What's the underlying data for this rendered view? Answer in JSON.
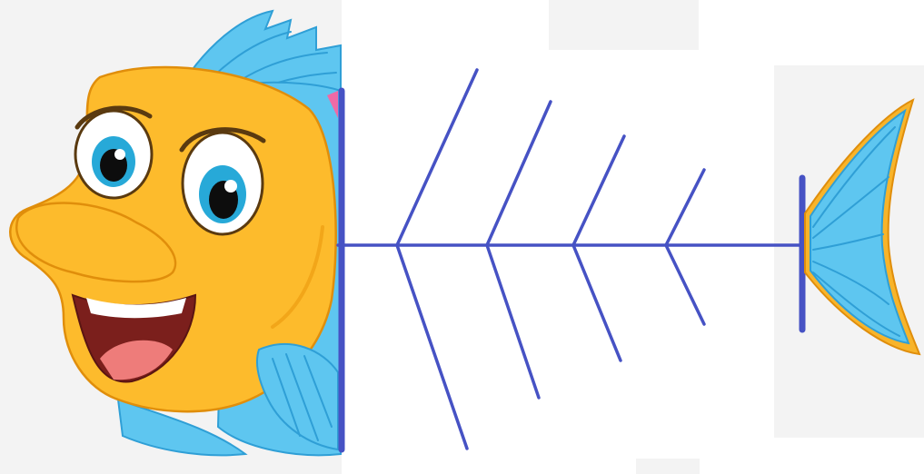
{
  "diagram": {
    "type": "fishbone",
    "cause_branches": 8,
    "bones_per_side": 4
  },
  "colors": {
    "bone": "#4652c4",
    "fish_body": "#fdbb2c",
    "fish_body_shadow": "#f2a619",
    "fish_outline": "#e08e0b",
    "fin_blue": "#5ec6f0",
    "fin_blue_dark": "#2f9fd6",
    "fin_edge": "#f8b42a",
    "eye_iris": "#27a9d8",
    "mouth": "#7b1f1c",
    "tongue": "#ee7c7a",
    "backdrop": "#f3f3f3"
  },
  "icons": {
    "fish_head": "cartoon-fish-head-illustration",
    "fish_tail": "cartoon-fish-tail-illustration"
  }
}
